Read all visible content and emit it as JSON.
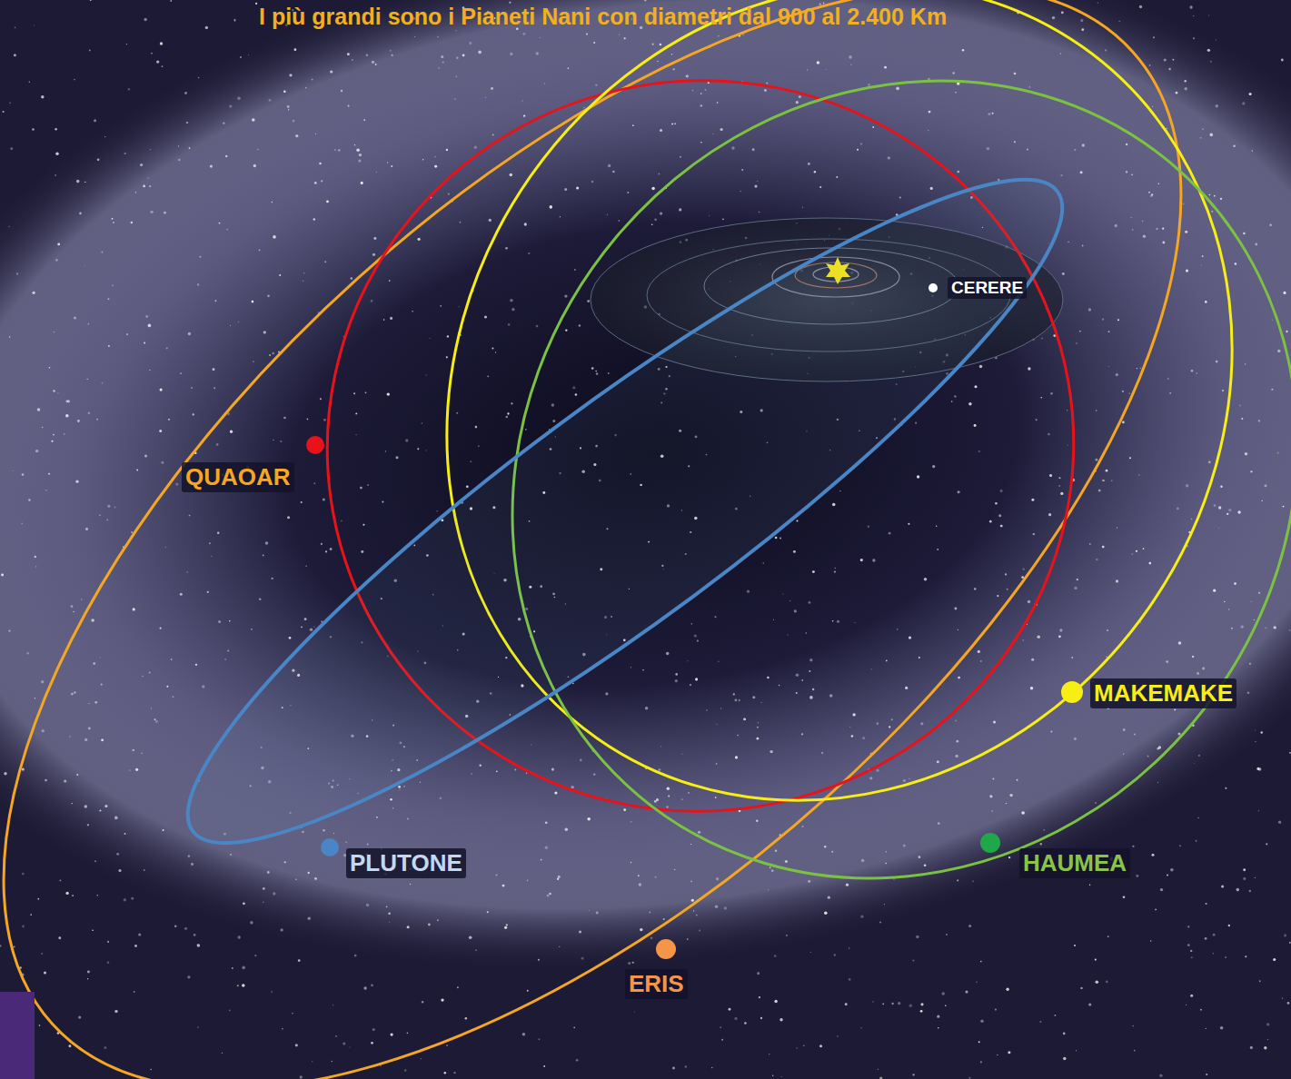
{
  "diagram": {
    "title": "I più grandi sono i Pianeti Nani con diametri dal 900 al 2.400 Km",
    "labels": [
      "QUAOAR",
      "CERERE",
      "MAKEMAKE",
      "PLUTONE",
      "HAUMEA",
      "ERIS"
    ]
  }
}
